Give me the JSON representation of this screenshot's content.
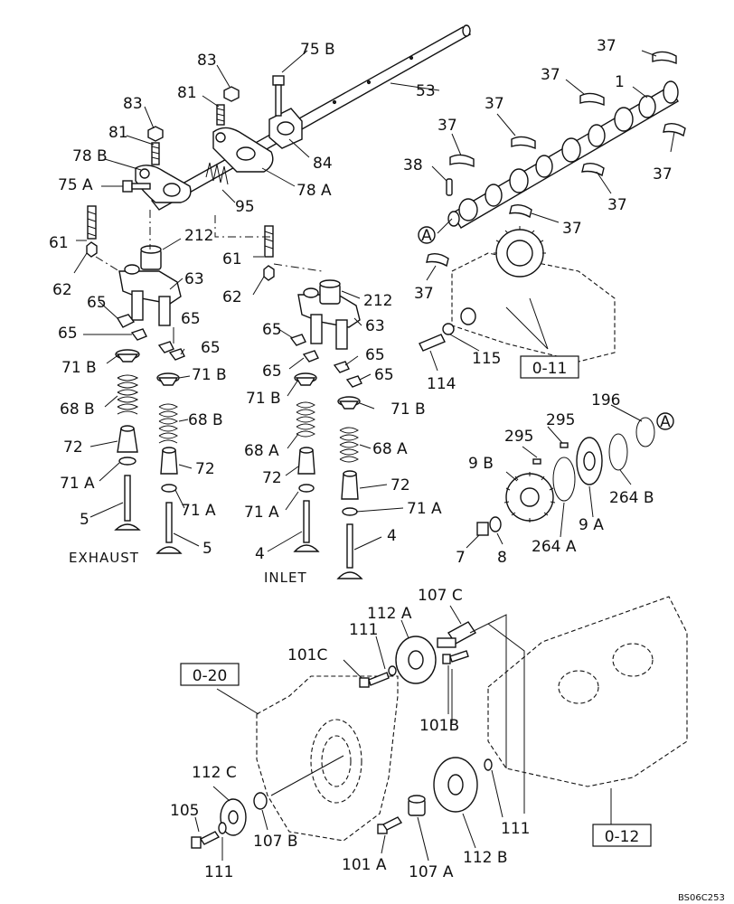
{
  "diagram_code": "BS06C253",
  "captions": {
    "exhaust": "EXHAUST",
    "inlet": "INLET"
  },
  "references": {
    "ref_o11": "0-11",
    "ref_o20": "0-20",
    "ref_o12": "0-12"
  },
  "callouts": {
    "c_75b": "75 B",
    "c_83a": "83",
    "c_81a": "81",
    "c_53": "53",
    "c_83b": "83",
    "c_81b": "81",
    "c_78b": "78 B",
    "c_75a": "75 A",
    "c_84": "84",
    "c_95": "95",
    "c_78a": "78 A",
    "c_37a": "37",
    "c_37b": "37",
    "c_1": "1",
    "c_37c": "37",
    "c_37d": "37",
    "c_38": "38",
    "c_37e": "37",
    "c_37f": "37",
    "c_37g": "37",
    "c_37h": "37",
    "c_a1": "A",
    "c_a2": "A",
    "c_61a": "61",
    "c_212a": "212",
    "c_62a": "62",
    "c_63a": "63",
    "c_61b": "61",
    "c_62b": "62",
    "c_212b": "212",
    "c_63b": "63",
    "c_65a": "65",
    "c_65b": "65",
    "c_65c": "65",
    "c_65d": "65",
    "c_65e": "65",
    "c_65f": "65",
    "c_65g": "65",
    "c_65h": "65",
    "c_71ba": "71 B",
    "c_71bb": "71 B",
    "c_71bc": "71 B",
    "c_71bd": "71 B",
    "c_68ba": "68 B",
    "c_68bb": "68 B",
    "c_68aa": "68 A",
    "c_68ab": "68 A",
    "c_72a": "72",
    "c_72b": "72",
    "c_72c": "72",
    "c_72d": "72",
    "c_71aa": "71 A",
    "c_71ab": "71 A",
    "c_71ac": "71 A",
    "c_71ad": "71 A",
    "c_5a": "5",
    "c_5b": "5",
    "c_4a": "4",
    "c_4b": "4",
    "c_115": "115",
    "c_114": "114",
    "c_196": "196",
    "c_295a": "295",
    "c_295b": "295",
    "c_9b": "9 B",
    "c_9a": "9 A",
    "c_264b": "264 B",
    "c_264a": "264 A",
    "c_7": "7",
    "c_8": "8",
    "c_107c": "107 C",
    "c_112a": "112 A",
    "c_111a": "111",
    "c_101c": "101C",
    "c_101b": "101B",
    "c_112c": "112 C",
    "c_105": "105",
    "c_107b": "107 B",
    "c_111b": "111",
    "c_101a": "101 A",
    "c_107a": "107 A",
    "c_112b": "112 B",
    "c_111c": "111"
  }
}
